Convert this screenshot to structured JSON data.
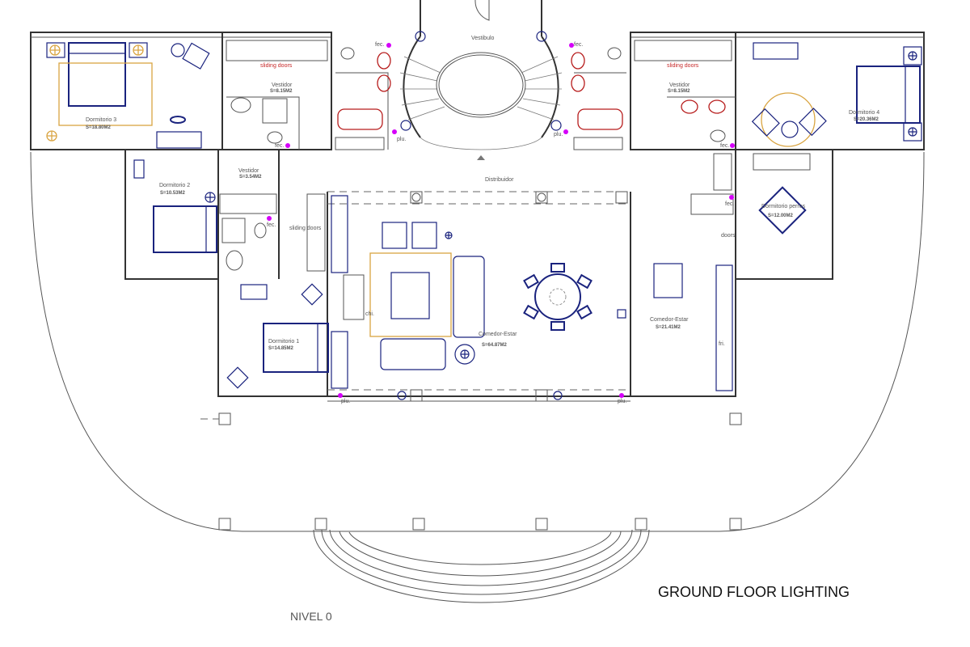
{
  "plan": {
    "title": "GROUND FLOOR LIGHTING",
    "level": "NIVEL 0",
    "colors": {
      "furniture": "#1a237e",
      "lighting": "#d9a441",
      "sanitary": "#b71c1c",
      "outlet": "#d500f9"
    }
  },
  "rooms": {
    "dorm3": {
      "name": "Dormitorio 3",
      "area": "S=18.80M2"
    },
    "dorm4": {
      "name": "Dormitorio 4",
      "area": "S=20.36M2"
    },
    "dorm2": {
      "name": "Dormitorio 2",
      "area": "S=10.53M2"
    },
    "dorm1": {
      "name": "Dormitorio 1",
      "area": "S=14.85M2"
    },
    "perros": {
      "name": "Dormitorio perros",
      "area": "S=12.00M2"
    },
    "vestidor_l": {
      "name": "Vestidor",
      "area": "S=8.15M2"
    },
    "vestidor_r": {
      "name": "Vestidor",
      "area": "S=8.15M2"
    },
    "vestidor_s": {
      "name": "Vestidor",
      "area": "S=3.54M2"
    },
    "vestibulo": {
      "name": "Vestibulo"
    },
    "distribuidor": {
      "name": "Distribuidor"
    },
    "salon": {
      "name": "Comedor-Estar",
      "area": "S=64.87M2"
    },
    "comedor": {
      "name": "Comedor-Estar",
      "area": "S=21.41M2"
    }
  },
  "annotations": {
    "sliding_doors": "sliding doors",
    "fec": "fec.",
    "plu": "plu.",
    "doors": "doors",
    "chi": "chi.",
    "fri": "fri."
  }
}
